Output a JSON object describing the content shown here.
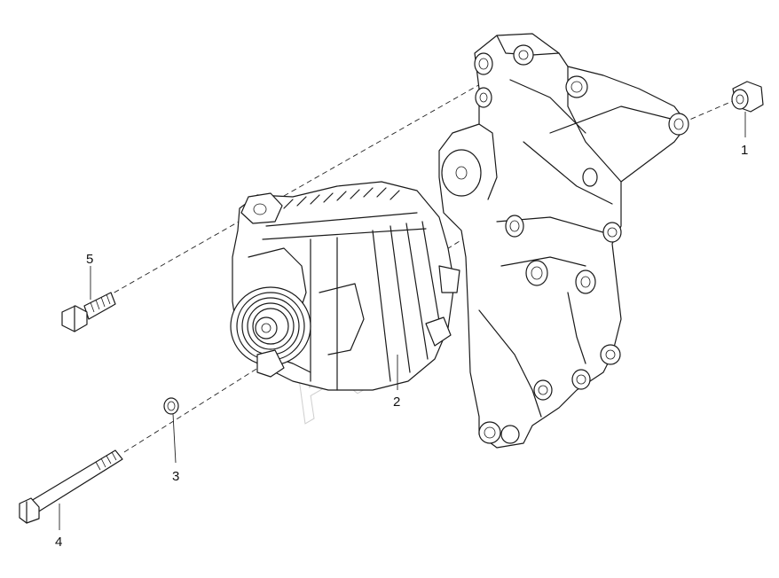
{
  "diagram": {
    "callouts": [
      {
        "id": "1",
        "label": "1"
      },
      {
        "id": "2",
        "label": "2"
      },
      {
        "id": "3",
        "label": "3"
      },
      {
        "id": "4",
        "label": "4"
      },
      {
        "id": "5",
        "label": "5"
      }
    ],
    "watermark": "Act"
  }
}
